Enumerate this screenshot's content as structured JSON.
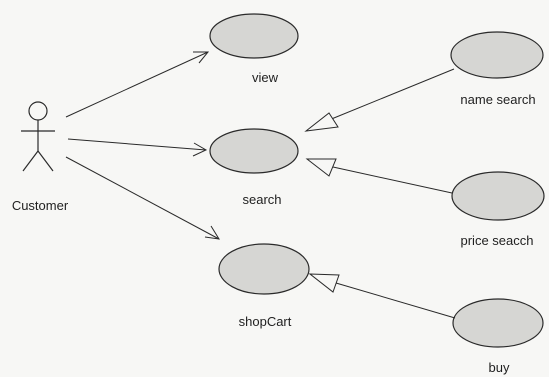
{
  "diagram": {
    "actor": {
      "name": "Customer"
    },
    "use_cases": {
      "view": "view",
      "search": "search",
      "shopcart": "shopCart",
      "name_search": "name search",
      "price_search": "price seacch",
      "buy": "buy"
    },
    "associations": [
      {
        "from": "Customer",
        "to": "view",
        "arrow": "open"
      },
      {
        "from": "Customer",
        "to": "search",
        "arrow": "open"
      },
      {
        "from": "Customer",
        "to": "shopCart",
        "arrow": "open"
      }
    ],
    "generalizations": [
      {
        "from": "name search",
        "to": "search"
      },
      {
        "from": "price seacch",
        "to": "search"
      },
      {
        "from": "buy",
        "to": "shopCart"
      }
    ],
    "colors": {
      "ellipse_fill": "#d6d6d3",
      "stroke": "#2a2a2a",
      "background": "#f7f7f5"
    }
  }
}
